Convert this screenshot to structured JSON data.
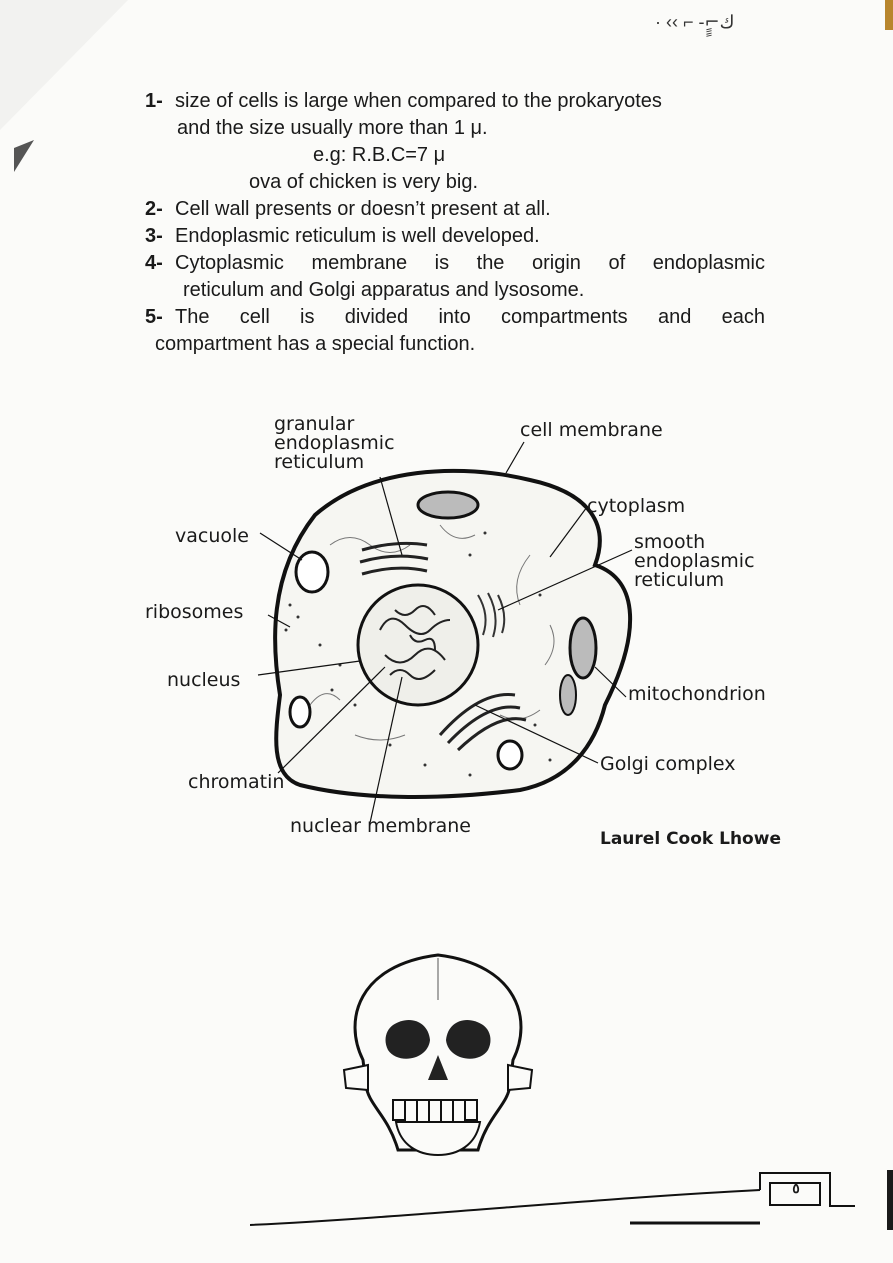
{
  "header": {
    "scribble": "· ‹‹ ⌐ -⌐ٍٍك"
  },
  "points": [
    {
      "num": "1-",
      "lines": [
        "size of cells is large when compared to  the prokaryotes",
        "and the size usually more than  1 μ.",
        "e.g: R.B.C=7 μ",
        "ova of chicken is very big."
      ]
    },
    {
      "num": "2-",
      "lines": [
        "Cell wall presents or  doesn’t present at all."
      ]
    },
    {
      "num": "3-",
      "lines": [
        "Endoplasmic reticulum is well developed."
      ]
    },
    {
      "num": "4-",
      "lines": [
        "Cytoplasmic  membrane  is  the  origin  of  endoplasmic",
        "reticulum and Golgi apparatus and lysosome."
      ]
    },
    {
      "num": "5-",
      "lines": [
        "The   cell   is   divided   into   compartments   and   each",
        "compartment has a special function."
      ]
    }
  ],
  "diagram": {
    "labels": {
      "granular_er": [
        "granular",
        "endoplasmic",
        "reticulum"
      ],
      "cell_membrane": "cell membrane",
      "cytoplasm": "cytoplasm",
      "smooth_er": [
        "smooth",
        "endoplasmic",
        "reticulum"
      ],
      "vacuole": "vacuole",
      "ribosomes": "ribosomes",
      "nucleus": "nucleus",
      "mitochondrion": "mitochondrion",
      "chromatin": "chromatin",
      "golgi": "Golgi complex",
      "nuclear_membrane": "nuclear membrane"
    },
    "credit": "Laurel Cook Lhowe"
  },
  "footer": {
    "page_number": "٥"
  }
}
